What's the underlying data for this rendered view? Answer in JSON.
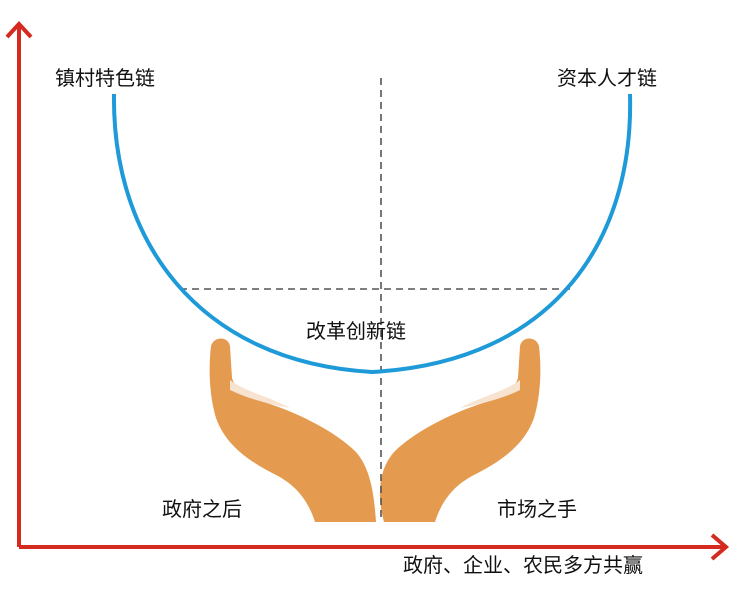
{
  "labels": {
    "left_chain": "镇村特色链",
    "right_chain": "资本人才链",
    "center_chain": "改革创新链",
    "left_hand": "政府之后",
    "right_hand": "市场之手",
    "bottom": "政府、企业、农民多方共赢"
  },
  "colors": {
    "axis": "#d42a1f",
    "curve": "#1e9ad8",
    "dash": "#555555",
    "hand": "#e49a4f",
    "hand_highlight": "#f7e3cf"
  }
}
